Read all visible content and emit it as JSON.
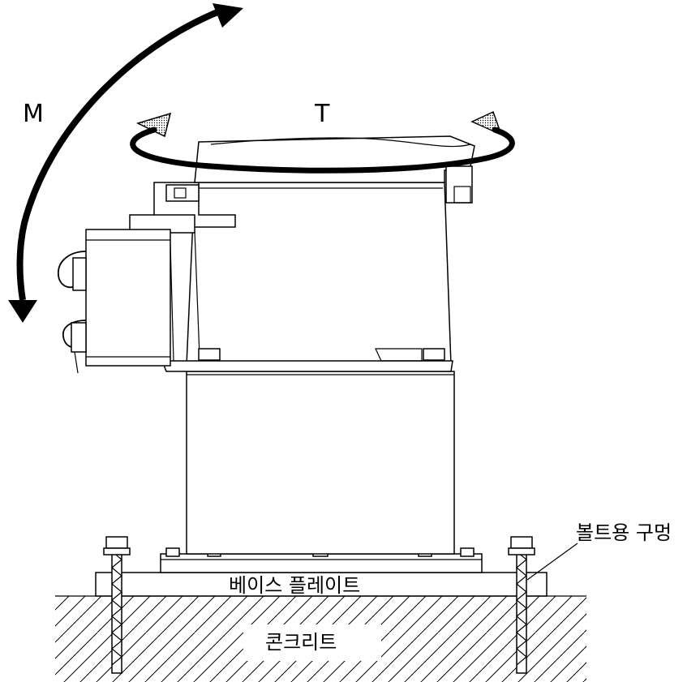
{
  "labels": {
    "moment": "M",
    "torque": "T",
    "bolt_hole": "볼트용 구멍",
    "base_plate": "베이스 플레이트",
    "concrete": "콘크리트"
  }
}
